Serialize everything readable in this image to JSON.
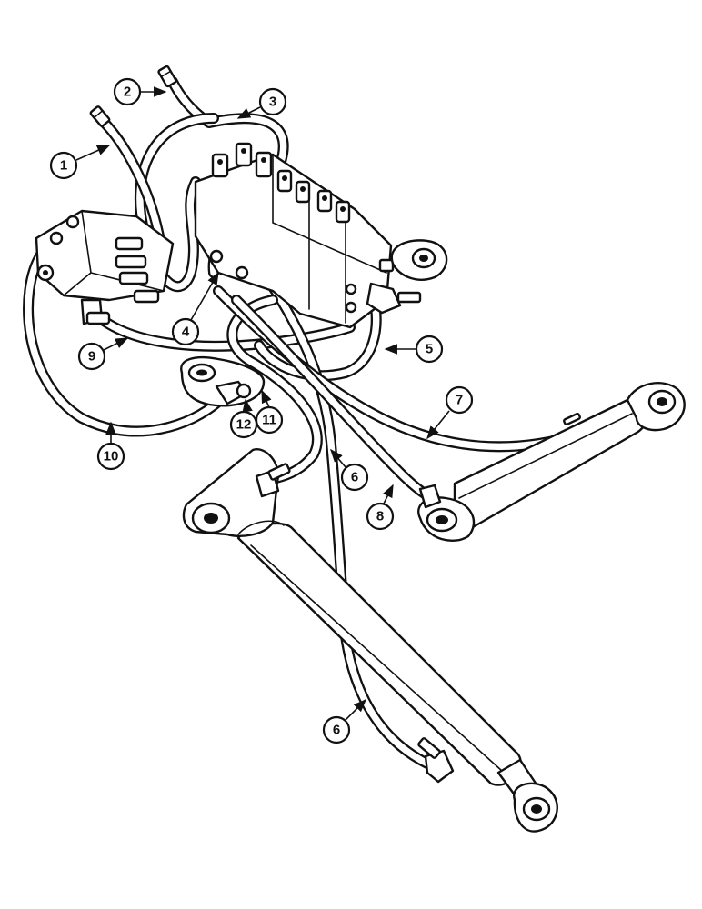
{
  "diagram": {
    "callouts": [
      {
        "id": "c1",
        "label": "1"
      },
      {
        "id": "c2",
        "label": "2"
      },
      {
        "id": "c3",
        "label": "3"
      },
      {
        "id": "c4",
        "label": "4"
      },
      {
        "id": "c5",
        "label": "5"
      },
      {
        "id": "c6a",
        "label": "6"
      },
      {
        "id": "c6b",
        "label": "6"
      },
      {
        "id": "c7",
        "label": "7"
      },
      {
        "id": "c8",
        "label": "8"
      },
      {
        "id": "c9",
        "label": "9"
      },
      {
        "id": "c10",
        "label": "10"
      },
      {
        "id": "c11",
        "label": "11"
      },
      {
        "id": "c12",
        "label": "12"
      }
    ]
  }
}
